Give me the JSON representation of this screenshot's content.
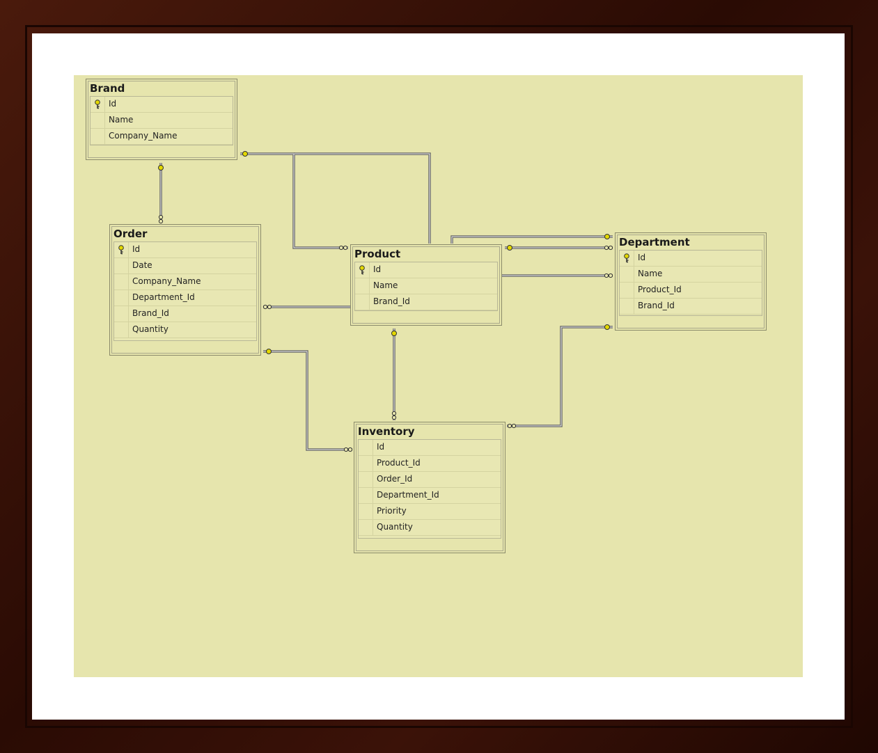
{
  "diagram": {
    "tables": {
      "brand": {
        "name": "Brand",
        "columns": [
          "Id",
          "Name",
          "Company_Name"
        ]
      },
      "order": {
        "name": "Order",
        "columns": [
          "Id",
          "Date",
          "Company_Name",
          "Department_Id",
          "Brand_Id",
          "Quantity"
        ]
      },
      "product": {
        "name": "Product",
        "columns": [
          "Id",
          "Name",
          "Brand_Id"
        ]
      },
      "department": {
        "name": "Department",
        "columns": [
          "Id",
          "Name",
          "Product_Id",
          "Brand_Id"
        ]
      },
      "inventory": {
        "name": "Inventory",
        "columns": [
          "Id",
          "Product_Id",
          "Order_Id",
          "Department_Id",
          "Priority",
          "Quantity"
        ]
      }
    },
    "relationships": [
      {
        "from": "Brand",
        "to": "Order"
      },
      {
        "from": "Brand",
        "to": "Product"
      },
      {
        "from": "Brand",
        "to": "Department"
      },
      {
        "from": "Product",
        "to": "Order"
      },
      {
        "from": "Product",
        "to": "Department"
      },
      {
        "from": "Product",
        "to": "Inventory"
      },
      {
        "from": "Order",
        "to": "Inventory"
      },
      {
        "from": "Department",
        "to": "Inventory"
      }
    ],
    "colors": {
      "canvas": "#e6e5ad",
      "key_icon": "#e3d800",
      "line": "#555555",
      "frame": "#3a1006"
    }
  }
}
